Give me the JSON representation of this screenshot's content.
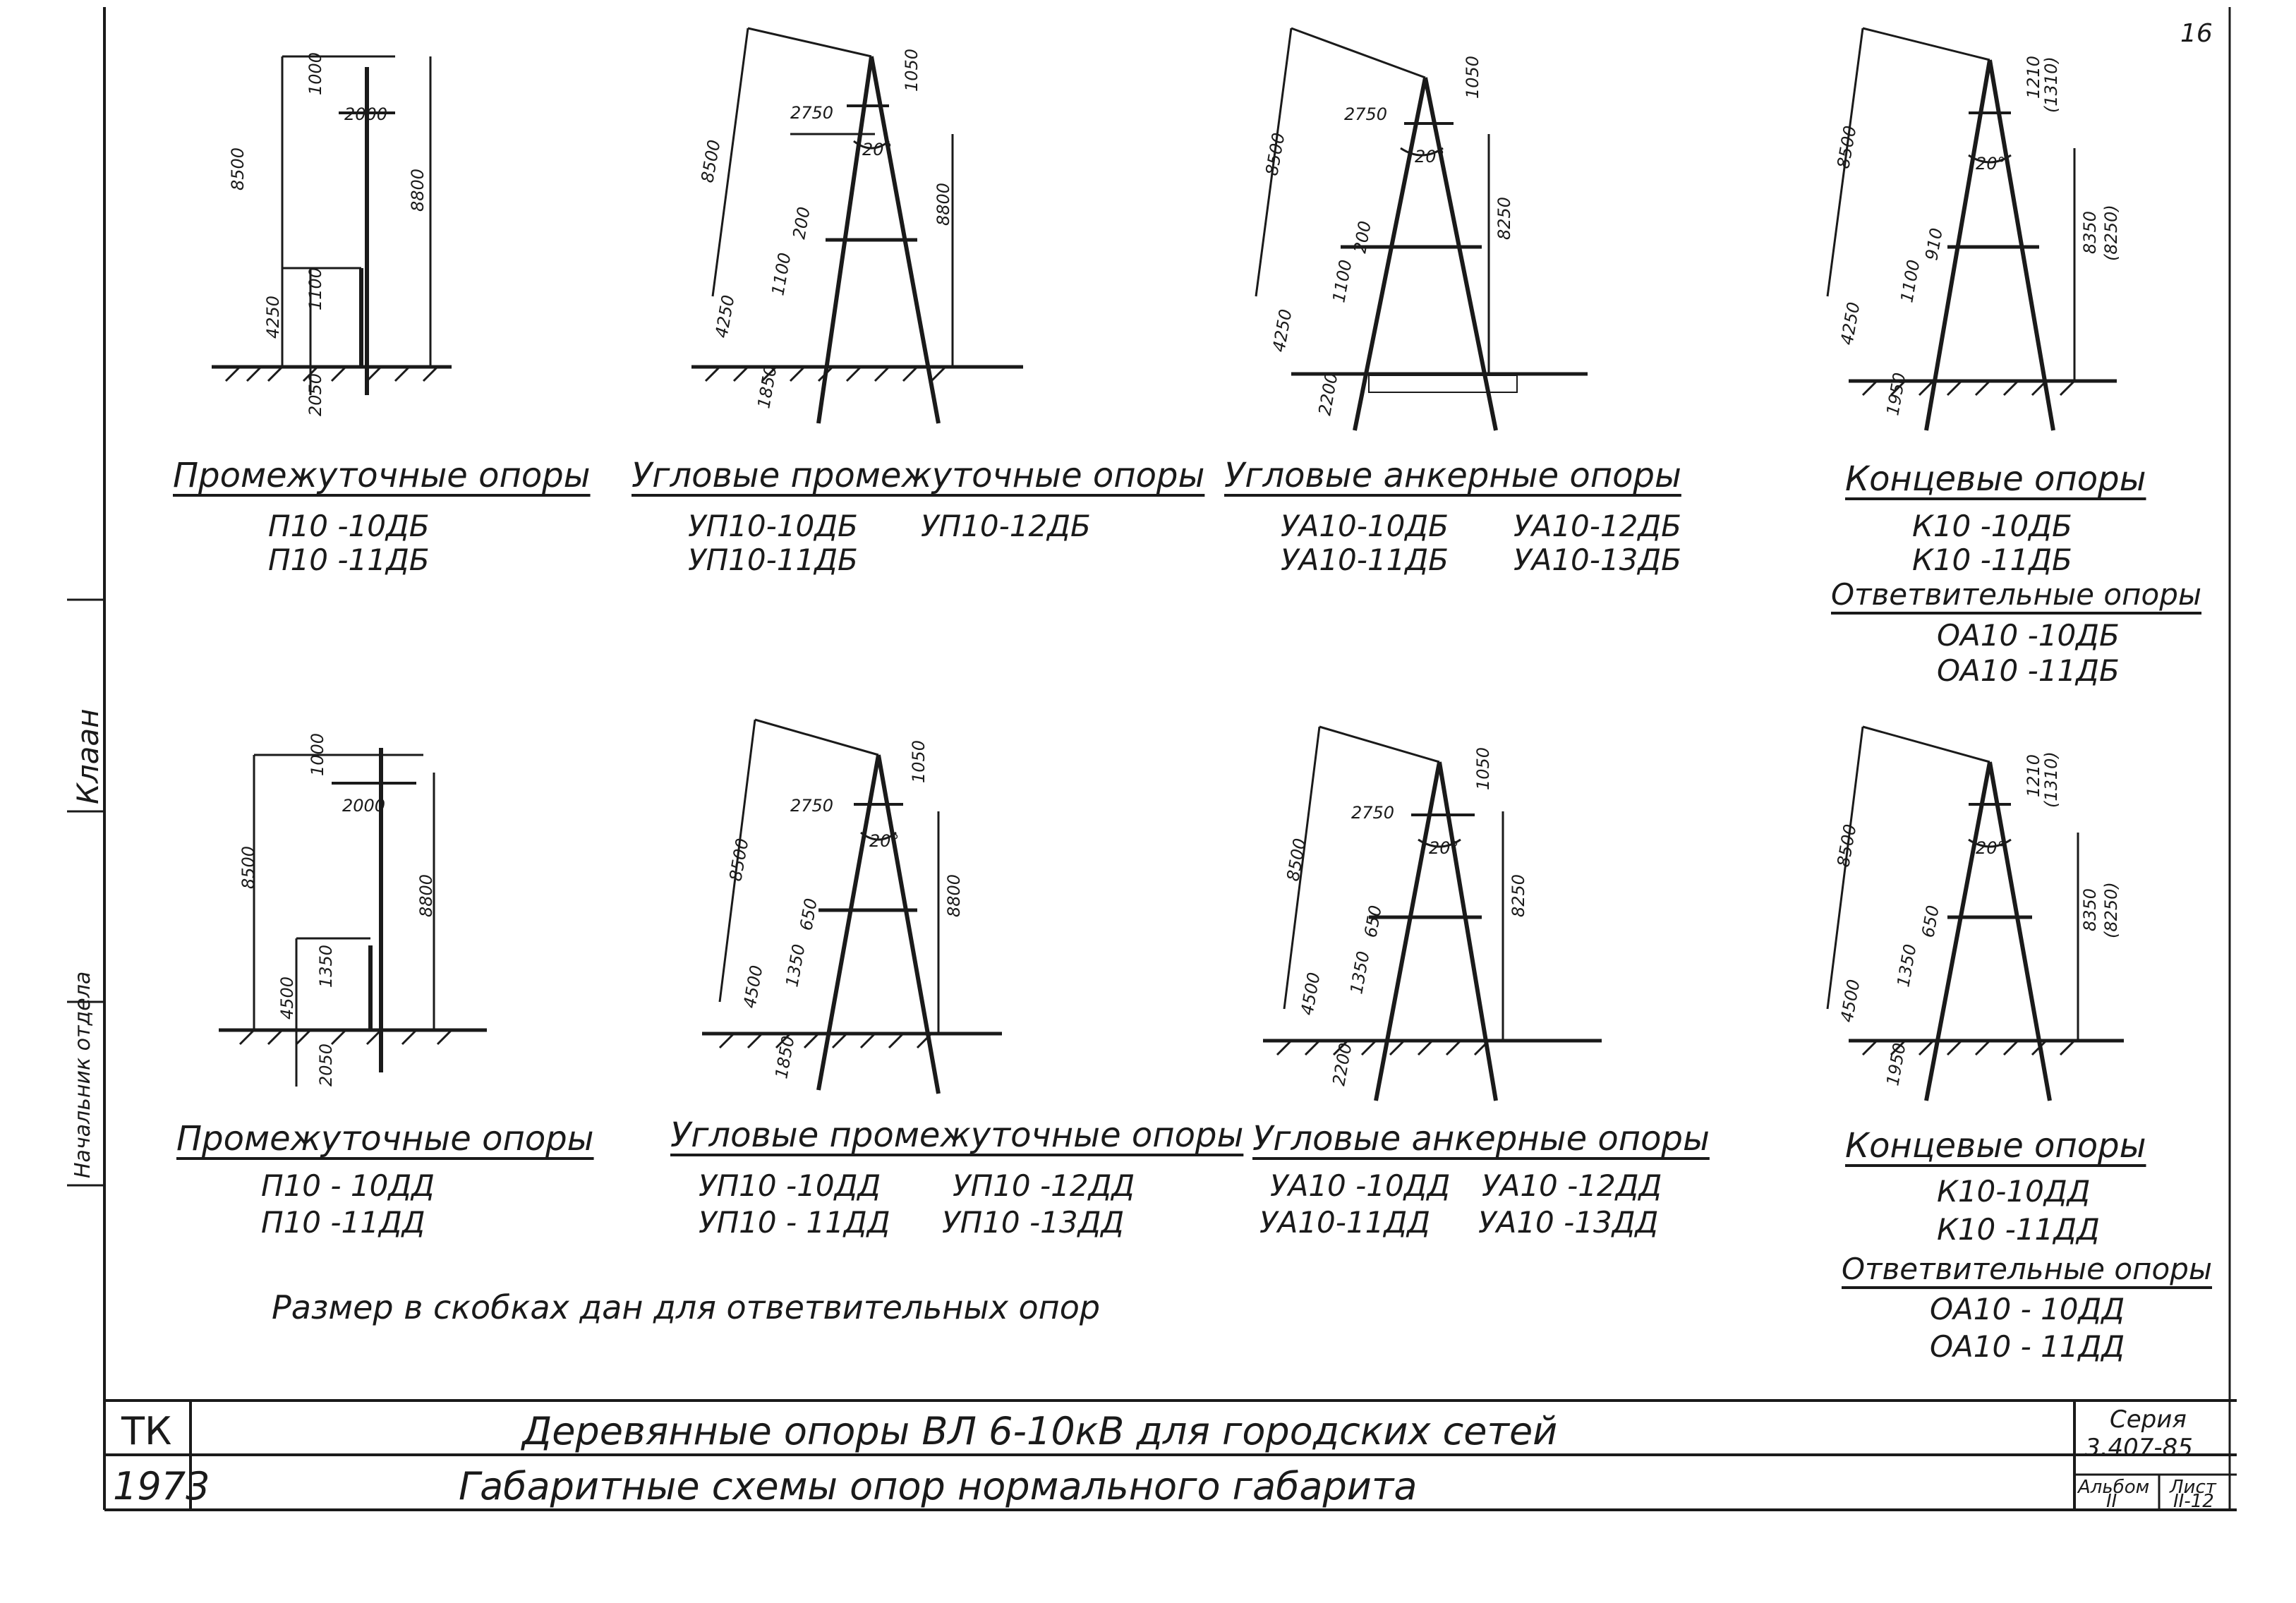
{
  "top_row": [
    {
      "caption": "Промежуточные опоры",
      "codes": [
        "П10 -10ДБ",
        "П10 -11ДБ"
      ],
      "dims": {
        "total": "8500",
        "top_a": "1000",
        "top_b": "2000",
        "above": "8800",
        "mid": "4250",
        "gap": "1100",
        "below": "2050"
      }
    },
    {
      "caption": "Угловые промежуточные опоры",
      "codes": [
        "УП10-10ДБ",
        "УП10-11ДБ",
        "УП10-12ДБ"
      ],
      "dims": {
        "total": "8500",
        "arm": "2750",
        "top": "1050",
        "angle": "20°",
        "above": "8800",
        "mid": "4250",
        "gap_a": "1100",
        "gap_b": "200",
        "below": "1850"
      }
    },
    {
      "caption": "Угловые анкерные опоры",
      "codes": [
        "УА10-10ДБ",
        "УА10-11ДБ",
        "УА10-12ДБ",
        "УА10-13ДБ"
      ],
      "dims": {
        "total": "8500",
        "arm": "2750",
        "top": "1050",
        "angle": "20°",
        "above": "8250",
        "mid": "4250",
        "gap_a": "1100",
        "gap_b": "200",
        "below": "2200"
      }
    },
    {
      "caption": "Концевые опоры",
      "codes": [
        "К10 -10ДБ",
        "К10 -11ДБ"
      ],
      "subcaption": "Ответвительные опоры",
      "subcodes": [
        "ОА10 -10ДБ",
        "ОА10 -11ДБ"
      ],
      "dims": {
        "total": "8500",
        "top": "1210",
        "top_alt": "(1310)",
        "angle": "20°",
        "above": "8350",
        "above_alt": "(8250)",
        "mid": "4250",
        "gap_a": "1100",
        "gap_b": "910",
        "below": "1950"
      }
    }
  ],
  "bottom_row": [
    {
      "caption": "Промежуточные опоры",
      "codes": [
        "П10 - 10ДД",
        "П10 -11ДД"
      ],
      "dims": {
        "total": "8500",
        "top_a": "1000",
        "top_b": "2000",
        "above": "8800",
        "mid": "4500",
        "gap": "1350",
        "below": "2050"
      }
    },
    {
      "caption": "Угловые промежуточные опоры",
      "codes": [
        "УП10 -10ДД",
        "УП10 - 11ДД",
        "УП10 -12ДД",
        "УП10 -13ДД"
      ],
      "dims": {
        "total": "8500",
        "arm": "2750",
        "top": "1050",
        "angle": "20°",
        "above": "8800",
        "mid": "4500",
        "gap_a": "1350",
        "gap_b": "650",
        "below": "1850"
      }
    },
    {
      "caption": "Угловые анкерные опоры",
      "codes": [
        "УА10 -10ДД",
        "УА10-11ДД",
        "УА10 -12ДД",
        "УА10 -13ДД"
      ],
      "dims": {
        "total": "8500",
        "arm": "2750",
        "top": "1050",
        "angle": "20°",
        "above": "8250",
        "mid": "4500",
        "gap_a": "1350",
        "gap_b": "650",
        "below": "2200"
      }
    },
    {
      "caption": "Концевые опоры",
      "codes": [
        "К10-10ДД",
        "К10 -11ДД"
      ],
      "subcaption": "Ответвительные опоры",
      "subcodes": [
        "ОА10 - 10ДД",
        "ОА10 - 11ДД"
      ],
      "dims": {
        "total": "8500",
        "top": "1210",
        "top_alt": "(1310)",
        "angle": "20°",
        "above": "8350",
        "above_alt": "(8250)",
        "mid": "4500",
        "gap_a": "1350",
        "gap_b": "650",
        "below": "1950"
      }
    }
  ],
  "note": "Размер в скобках дан для ответвительных опор",
  "title_block": {
    "org": "ТК",
    "year": "1973",
    "title": "Деревянные опоры ВЛ 6-10кВ для городских сетей",
    "subtitle": "Габаритные схемы опор нормального габарита",
    "series_label": "Серия",
    "series": "3.407-85",
    "album_label": "Альбом",
    "album": "II",
    "sheet_label": "Лист",
    "sheet": "II-12"
  },
  "side_stamp": {
    "name": "Клаан",
    "role": "Начальник отдела"
  },
  "sheet_corner": "16"
}
